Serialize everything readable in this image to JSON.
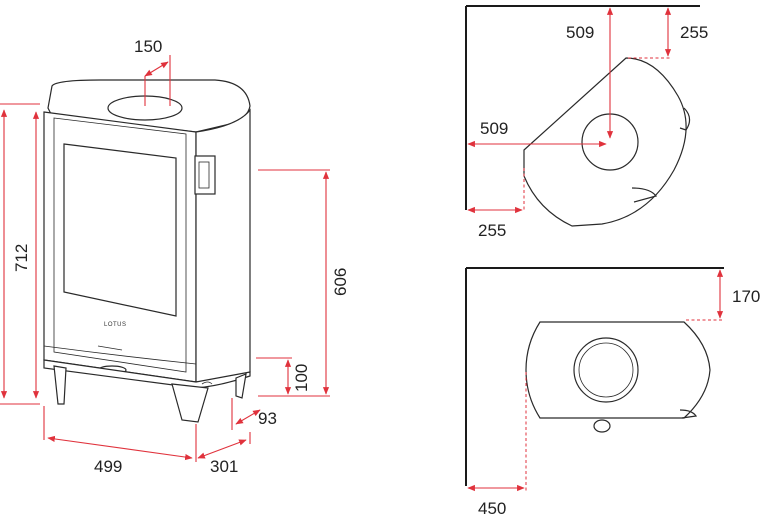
{
  "front_view": {
    "logo": "LOTUS",
    "dims": {
      "flue_offset": "150",
      "total_height": "712",
      "side_height": "606",
      "leg_height": "100",
      "leg_depth": "93",
      "width": "499",
      "depth": "301"
    }
  },
  "corner_view": {
    "dims": {
      "flue_from_side": "509",
      "rear_clearance": "255",
      "flue_from_back": "509",
      "side_clearance": "255"
    }
  },
  "wall_view": {
    "dims": {
      "rear_clearance": "170",
      "side_clearance": "450"
    }
  },
  "colors": {
    "dimension": "#e0323c",
    "line": "#2a2a2a"
  }
}
